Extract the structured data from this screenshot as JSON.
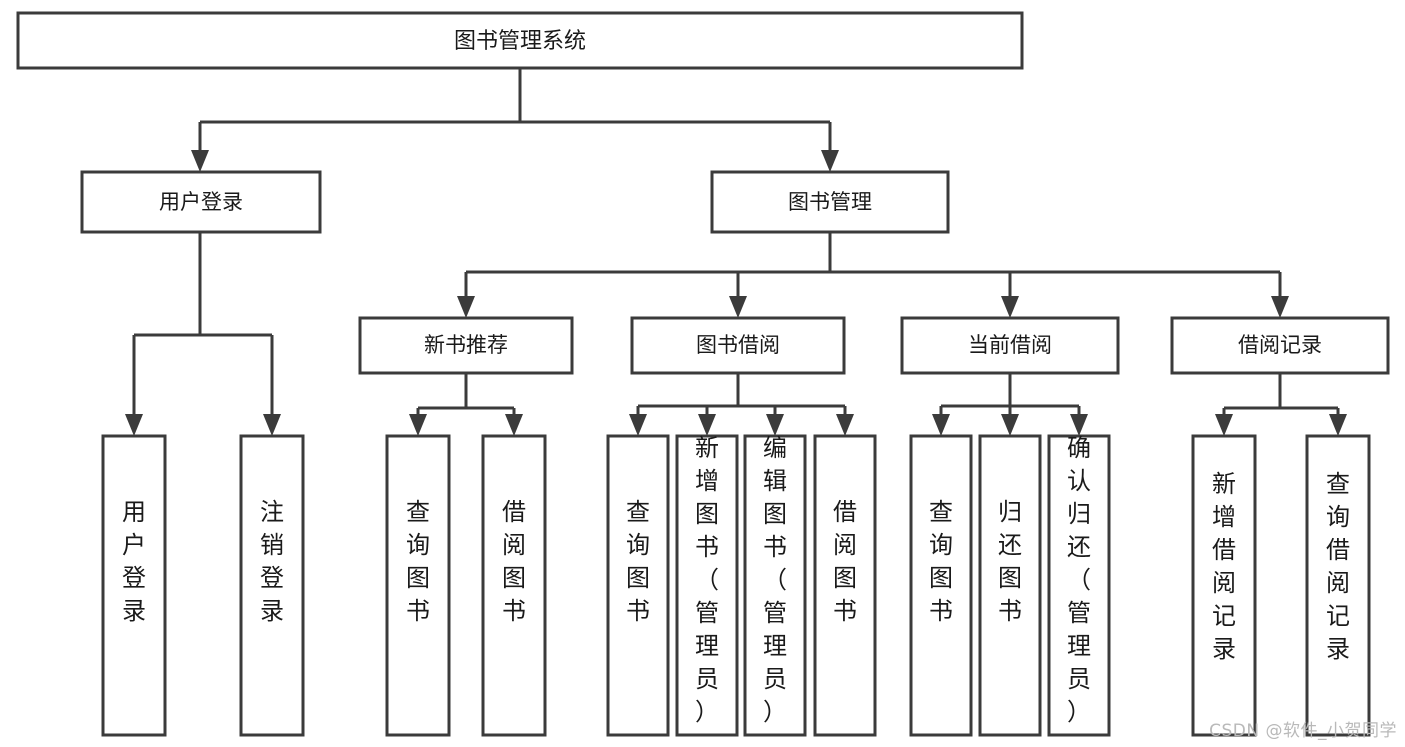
{
  "diagram": {
    "type": "tree-hierarchy",
    "title": "图书管理系统",
    "watermark": "CSDN @软件_小贺同学",
    "colors": {
      "box_stroke": "#3b3b3b",
      "box_fill": "#ffffff",
      "text": "#1a1a1a",
      "connector": "#3b3b3b",
      "watermark": "#b9b9b9",
      "background": "#ffffff"
    },
    "root": {
      "label": "图书管理系统",
      "level": 0
    },
    "level1": [
      {
        "label": "用户登录",
        "level": 1
      },
      {
        "label": "图书管理",
        "level": 1
      }
    ],
    "level2": [
      {
        "label": "新书推荐",
        "level": 2
      },
      {
        "label": "图书借阅",
        "level": 2
      },
      {
        "label": "当前借阅",
        "level": 2
      },
      {
        "label": "借阅记录",
        "level": 2
      }
    ],
    "leaves": {
      "user_login": [
        {
          "label": "用户登录"
        },
        {
          "label": "注销登录"
        }
      ],
      "new_book_recommend": [
        {
          "label": "查询图书"
        },
        {
          "label": "借阅图书"
        }
      ],
      "book_borrow": [
        {
          "label": "查询图书"
        },
        {
          "label": "新增图书（管理员）"
        },
        {
          "label": "编辑图书（管理员）"
        },
        {
          "label": "借阅图书"
        }
      ],
      "current_borrow": [
        {
          "label": "查询图书"
        },
        {
          "label": "归还图书"
        },
        {
          "label": "确认归还（管理员）"
        }
      ],
      "borrow_records": [
        {
          "label": "新增借阅记录"
        },
        {
          "label": "查询借阅记录"
        }
      ]
    }
  }
}
